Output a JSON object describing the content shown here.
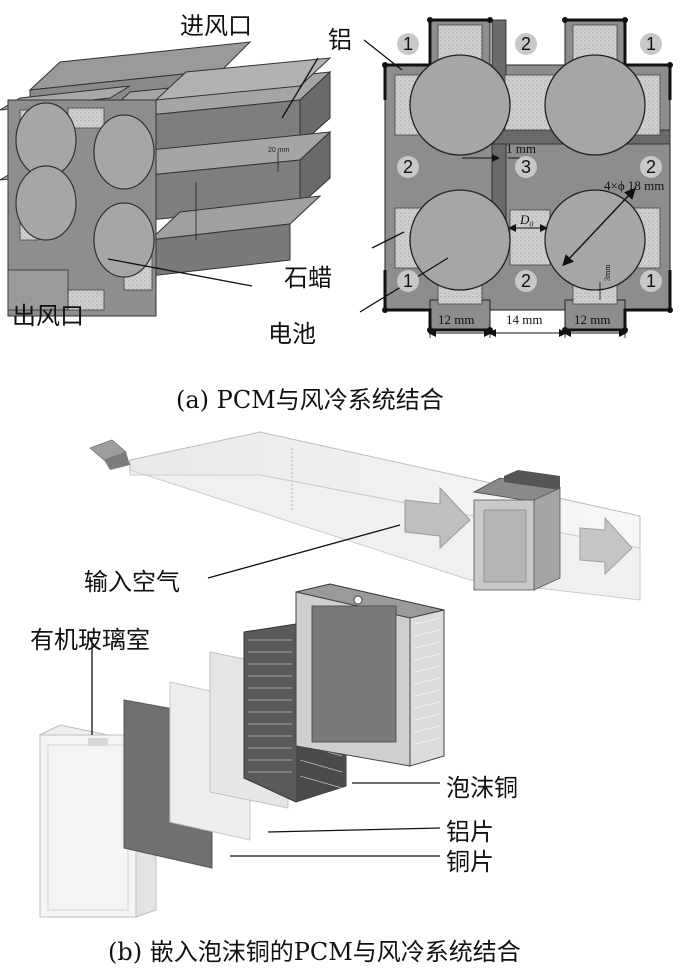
{
  "figure_a": {
    "labels": {
      "inlet": "进风口",
      "outlet": "出风口",
      "aluminum": "铝",
      "paraffin": "石蜡",
      "battery": "电池"
    },
    "cell_numbers": [
      "1",
      "2",
      "1",
      "2",
      "3",
      "2",
      "1",
      "2",
      "1"
    ],
    "dimensions": {
      "gap": "1 mm",
      "diameter": "4×ϕ 18 mm",
      "d0": "D₀",
      "w_left": "12 mm",
      "w_mid": "14 mm",
      "w_right": "12 mm",
      "small_tag": "3mm"
    },
    "caption": "(a) PCM与风冷系统结合"
  },
  "figure_b": {
    "labels": {
      "input_air": "输入空气",
      "acrylic_chamber": "有机玻璃室",
      "copper_foam": "泡沫铜",
      "aluminum_sheet": "铝片",
      "copper_sheet": "铜片"
    },
    "caption": "(b) 嵌入泡沫铜的PCM与风冷系统结合"
  },
  "colors": {
    "block_light": "#b5b5b5",
    "block_mid": "#8c8c8c",
    "block_dark": "#5e5e5e",
    "battery": "#a6a6a6",
    "paraffin": "#c9c9c9",
    "badge": "#c8c8c8"
  }
}
